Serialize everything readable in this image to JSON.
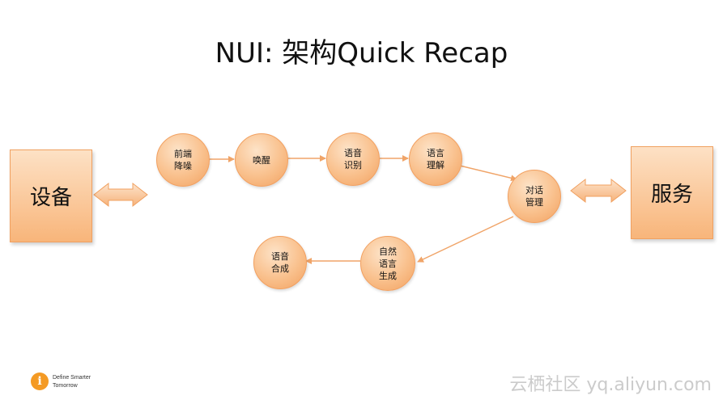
{
  "title": "NUI: 架构Quick Recap",
  "boxes": {
    "device": "设备",
    "service": "服务"
  },
  "nodes": {
    "frontend_denoise": "前端\n降噪",
    "wake": "唤醒",
    "speech_recognition": "语音\n识别",
    "language_understanding": "语言\n理解",
    "dialog_management": "对话\n管理",
    "nlg": "自然\n语言\n生成",
    "speech_synthesis": "语音\n合成"
  },
  "footer": {
    "logo_glyph": "i",
    "logo_text": "Define Smarter\nTomorrow",
    "watermark": "云栖社区 yq.aliyun.com"
  },
  "colors": {
    "node_fill": "#f9c08c",
    "node_border": "#f2a060",
    "arrow": "#f0a468",
    "box_fill": "#f8b57a"
  }
}
